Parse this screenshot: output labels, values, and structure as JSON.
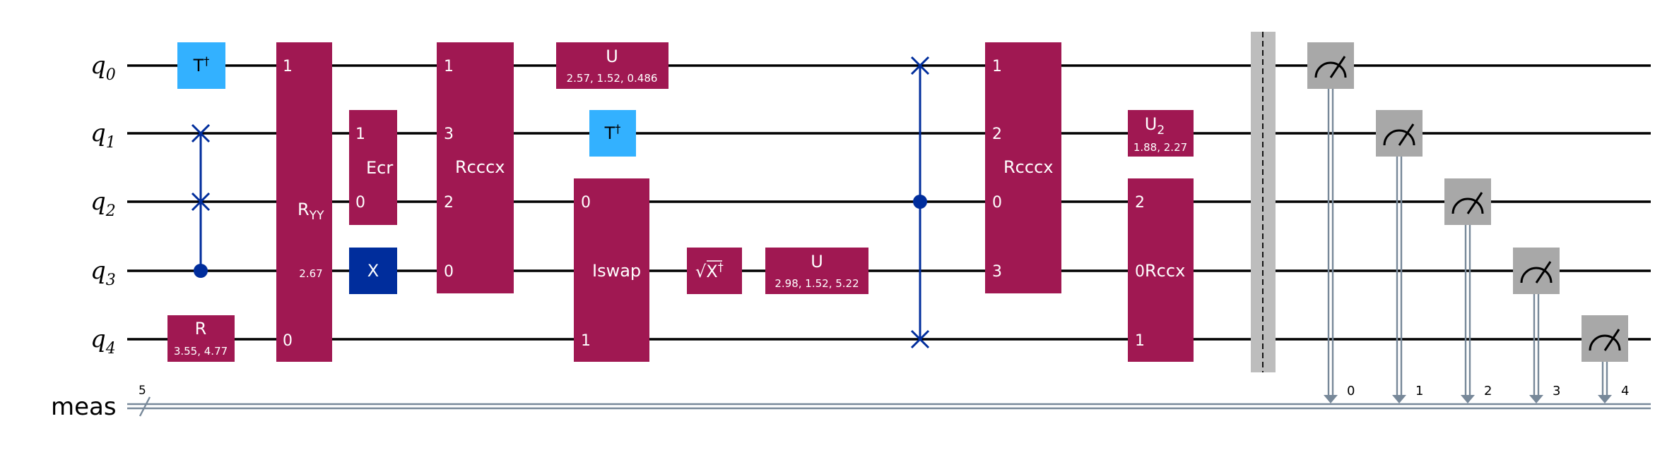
{
  "circuit": {
    "qubits": [
      {
        "label": "q",
        "index": "0"
      },
      {
        "label": "q",
        "index": "1"
      },
      {
        "label": "q",
        "index": "2"
      },
      {
        "label": "q",
        "index": "3"
      },
      {
        "label": "q",
        "index": "4"
      }
    ],
    "classical_register": {
      "label": "meas",
      "size": "5"
    },
    "colors": {
      "gate": "#a01852",
      "t_gate": "#33b1ff",
      "x_gate": "#002d9c",
      "control_line": "#002d9c",
      "measure": "#a8a8a8",
      "classical_wire": "#778899",
      "barrier": "#bdbdbd"
    },
    "gates": {
      "tdg0": {
        "label": "T",
        "sup": "†"
      },
      "r": {
        "label": "R",
        "params": "3.55, 4.77"
      },
      "ryy": {
        "label": "R",
        "sub": "YY",
        "param": "2.67",
        "top_index": "1",
        "bottom_index": "0"
      },
      "ecr": {
        "label": "Ecr",
        "top_index": "1",
        "bottom_index": "0"
      },
      "x": {
        "label": "X"
      },
      "rcccx1": {
        "label": "Rcccx",
        "indices": [
          "1",
          "3",
          "2",
          "0"
        ]
      },
      "u1": {
        "label": "U",
        "params": "2.57, 1.52, 0.486"
      },
      "tdg1": {
        "label": "T",
        "sup": "†"
      },
      "iswap": {
        "label": "Iswap",
        "top_index": "0",
        "bottom_index": "1"
      },
      "sxdg": {
        "label": "X",
        "sup": "†",
        "radical": "√"
      },
      "u2": {
        "label": "U",
        "params": "2.98, 1.52, 5.22"
      },
      "rcccx2": {
        "label": "Rcccx",
        "indices": [
          "1",
          "2",
          "0",
          "3"
        ]
      },
      "u2gate": {
        "label": "U",
        "sub": "2",
        "params": "1.88, 2.27"
      },
      "rccx": {
        "label": "Rccx",
        "indices": [
          "2",
          "0",
          "1"
        ]
      }
    },
    "measure_targets": [
      "0",
      "1",
      "2",
      "3",
      "4"
    ]
  }
}
